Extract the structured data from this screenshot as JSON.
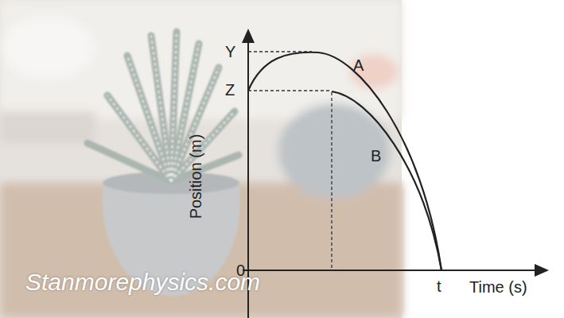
{
  "diagram": {
    "labels": [
      "Y",
      "Z",
      "A",
      "B",
      "0",
      "t",
      "Time (s)",
      "Position (m)",
      "Stanmorephysics.com"
    ]
  }
}
